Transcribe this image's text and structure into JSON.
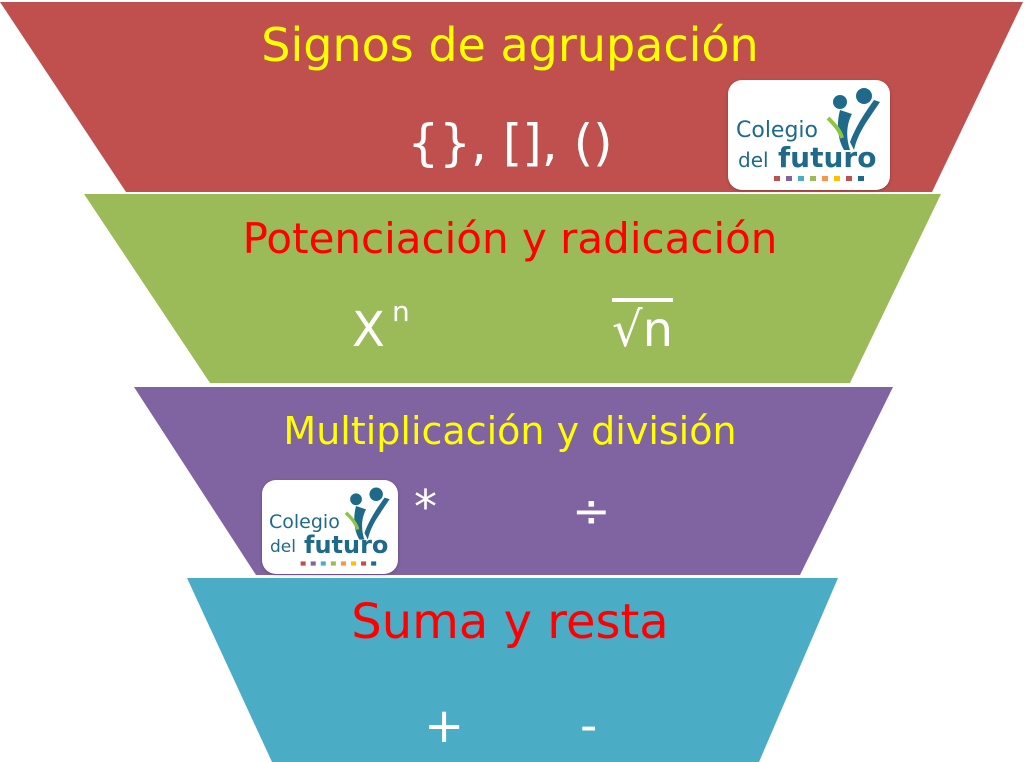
{
  "levels": [
    {
      "title": "Signos de agrupación",
      "symbols": [
        "{}, [], ()"
      ],
      "fill": "#c0504d",
      "title_color": "#ffff00"
    },
    {
      "title": "Potenciación y radicación",
      "symbols": [
        "X",
        "n",
        "√n"
      ],
      "fill": "#9bbb59",
      "title_color": "#ff0000"
    },
    {
      "title": "Multiplicación y división",
      "symbols": [
        "*",
        "÷"
      ],
      "fill": "#8064a2",
      "title_color": "#ffff00"
    },
    {
      "title": "Suma y resta",
      "symbols": [
        "+",
        "-"
      ],
      "fill": "#4bacc6",
      "title_color": "#ff0000"
    }
  ],
  "logo": {
    "word1": "Colegio",
    "word2": "del",
    "word3": "futuro",
    "colors": [
      "#1f6a8a",
      "#2a9ad6",
      "#8cc63f"
    ]
  }
}
